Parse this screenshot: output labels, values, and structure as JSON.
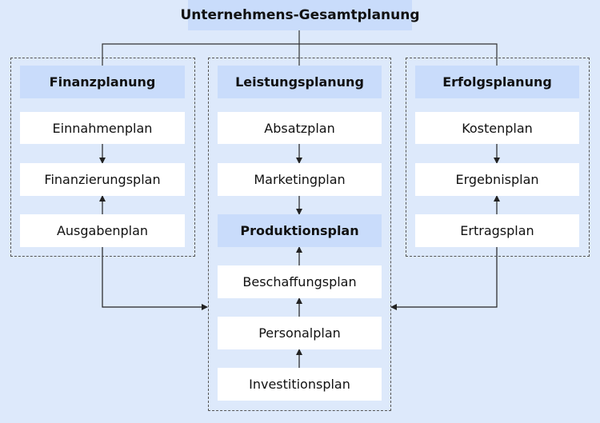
{
  "diagram": {
    "root": "Unternehmens-Gesamtplanung",
    "groups": {
      "finanz": {
        "title": "Finanzplanung",
        "items": [
          "Einnahmenplan",
          "Finanzierungsplan",
          "Ausgabenplan"
        ]
      },
      "leistung": {
        "title": "Leistungsplanung",
        "items": [
          "Absatzplan",
          "Marketingplan",
          "Produktionsplan",
          "Beschaffungsplan",
          "Personalplan",
          "Investitionsplan"
        ]
      },
      "erfolg": {
        "title": "Erfolgsplanung",
        "items": [
          "Kostenplan",
          "Ergebnisplan",
          "Ertragsplan"
        ]
      }
    },
    "colors": {
      "background": "#dde9fb",
      "header_box": "#c9dcfb",
      "item_box": "#ffffff",
      "line": "#333333"
    }
  }
}
